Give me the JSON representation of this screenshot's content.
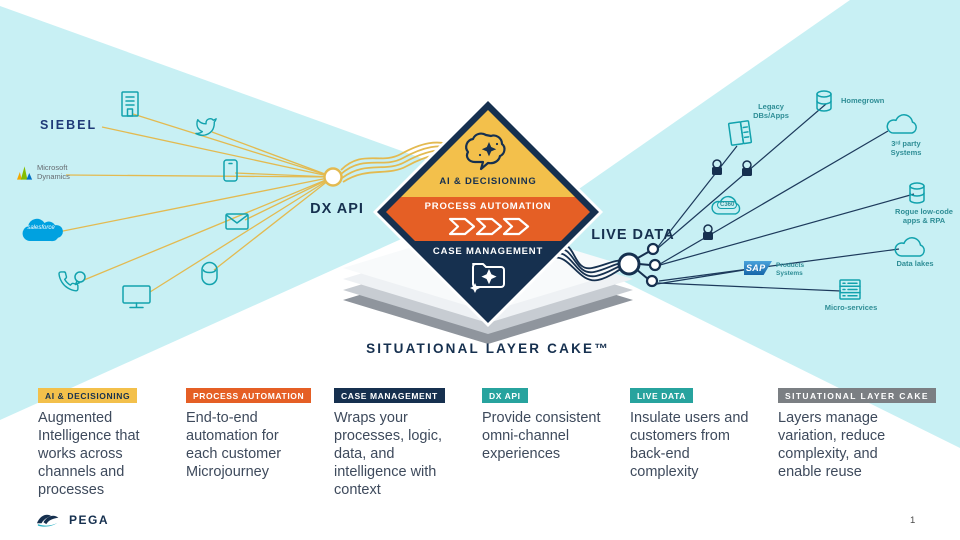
{
  "slide": {
    "title": "SITUATIONAL LAYER CAKE™",
    "brand": "PEGA",
    "page_number": "1"
  },
  "diamond": {
    "ai_label": "AI & DECISIONING",
    "process_label": "PROCESS AUTOMATION",
    "case_label": "CASE MANAGEMENT"
  },
  "left": {
    "hub_label": "DX API",
    "siebel": "SIEBEL",
    "microsoft_line1": "Microsoft",
    "microsoft_line2": "Dynamics",
    "salesforce": "salesforce"
  },
  "right": {
    "hub_label": "LIVE DATA",
    "legacy_line1": "Legacy",
    "legacy_line2": "DBs/Apps",
    "homegrown": "Homegrown",
    "third_party_line1": "3ʳᵈ party",
    "third_party_line2": "Systems",
    "c360": "C360",
    "rogue_line1": "Rogue low-code",
    "rogue_line2": "apps & RPA",
    "data_lakes": "Data lakes",
    "micro_services": "Micro-services",
    "sap": "SAP",
    "sap_products_line1": "Products",
    "sap_products_line2": "Systems"
  },
  "sections": [
    {
      "label": "AI & DECISIONING",
      "description": "Augmented Intelligence that works across channels and processes"
    },
    {
      "label": "PROCESS AUTOMATION",
      "description": "End-to-end automation for each customer Microjourney"
    },
    {
      "label": "CASE MANAGEMENT",
      "description": "Wraps your processes, logic, data, and intelligence with context"
    },
    {
      "label": "DX API",
      "description": "Provide consistent omni-channel experiences"
    },
    {
      "label": "LIVE DATA",
      "description": "Insulate users and customers from back-end complexity"
    },
    {
      "label": "SITUATIONAL LAYER CAKE",
      "description": "Layers manage variation, reduce complexity, and enable reuse"
    }
  ],
  "colors": {
    "background_cyan": "#c8f0f4",
    "diamond_yellow": "#f3c04b",
    "diamond_orange": "#e55f25",
    "diamond_navy": "#16304f",
    "teal_icon": "#12a2ad",
    "teal_badge": "#27a39e",
    "gray_badge": "#7b7f83",
    "yellow_line": "#e3ba50",
    "navy_line": "#1d3a5c",
    "body_text": "#3e4a5c"
  }
}
